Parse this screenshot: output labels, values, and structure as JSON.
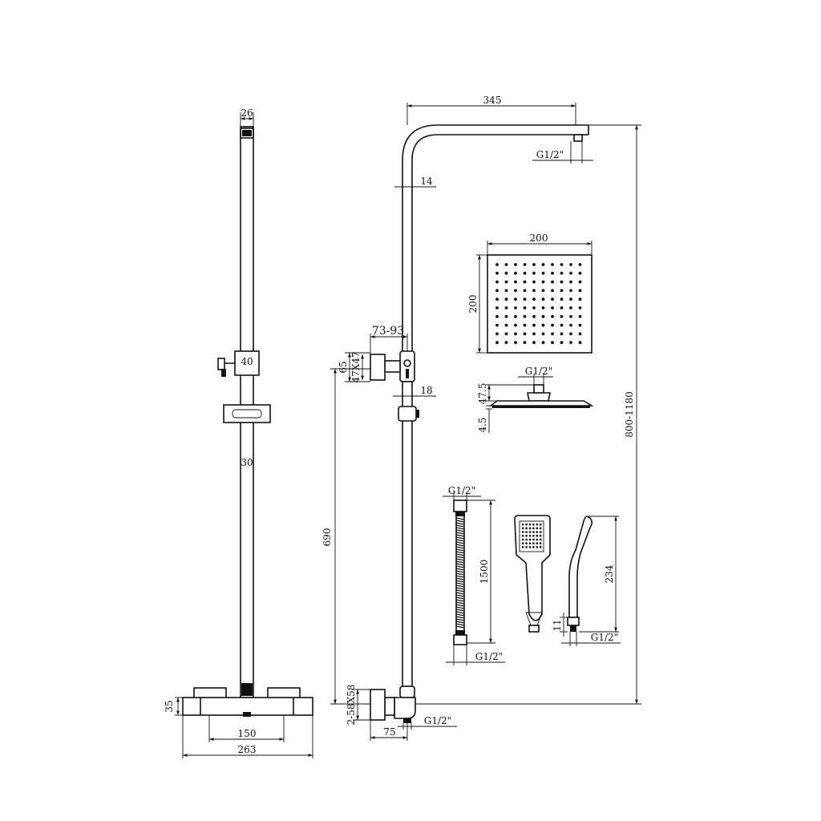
{
  "dimensions": {
    "top_width": "26",
    "bracket_width": "40",
    "riser_diameter": "30",
    "mixer_height": "35",
    "mixer_centers": "150",
    "mixer_width": "263",
    "arm_reach": "345",
    "arm_outlet": "G1/2\"",
    "arm_tube": "14",
    "bracket_projection": "73-93",
    "bracket_height": "65",
    "bracket_base": "47X47",
    "slider_tube": "18",
    "riser_height": "690",
    "elbow_size": "2-58X58",
    "elbow_projection": "75",
    "elbow_inlet": "G1/2\"",
    "total_height": "800-1180",
    "head_width": "200",
    "head_height": "200",
    "head_inlet": "G1/2\"",
    "head_depth": "47.5",
    "head_plate": "4.5",
    "hose_top_thread": "G1/2\"",
    "hose_length": "1500",
    "hose_bottom_thread": "G1/2\"",
    "handset_length": "234",
    "handset_stub": "11",
    "handset_thread": "G1/2\""
  }
}
